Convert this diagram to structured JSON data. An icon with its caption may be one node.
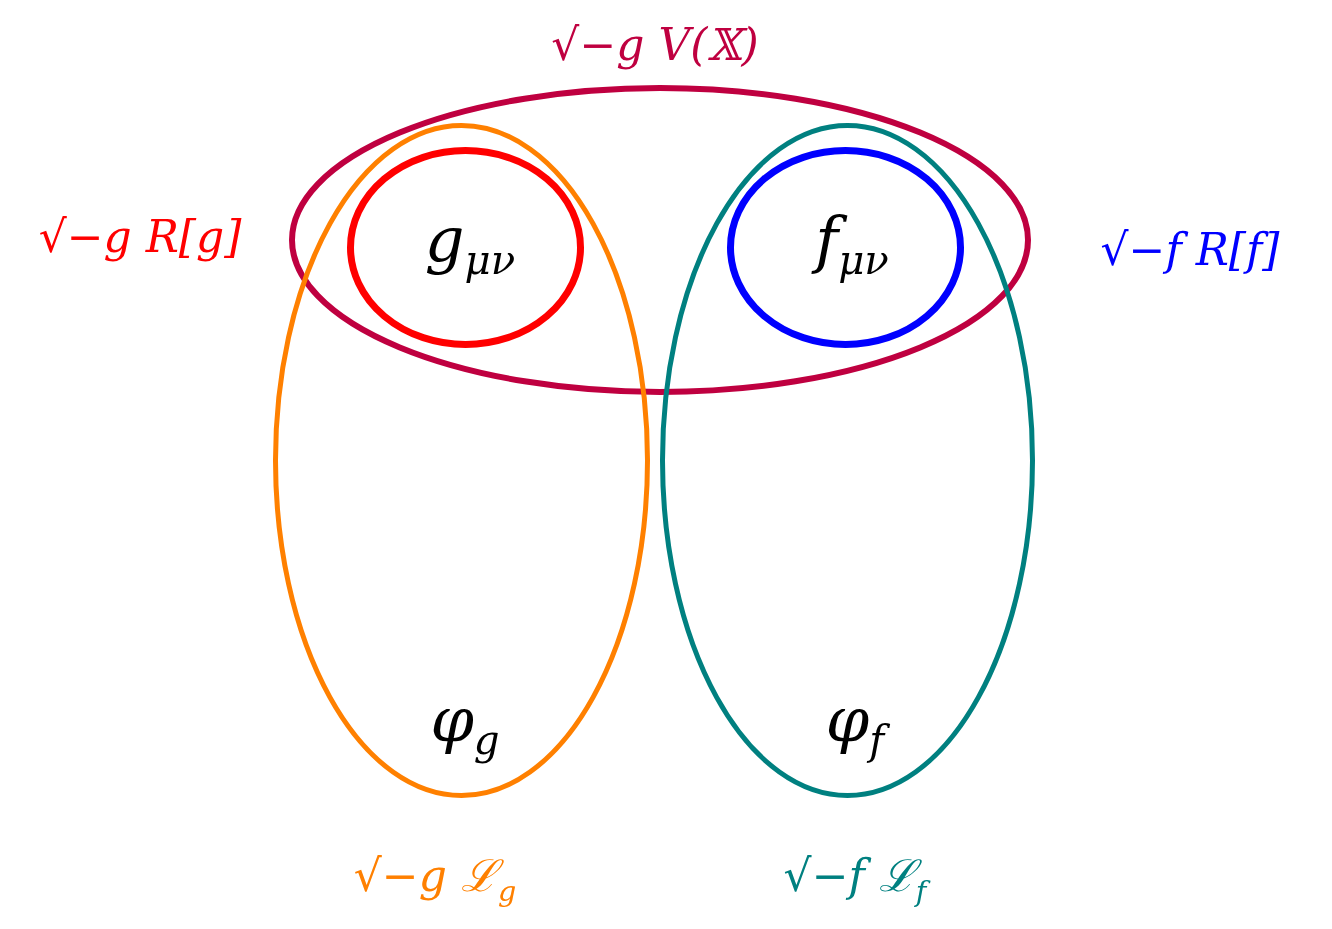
{
  "diagram": {
    "nodes": [
      {
        "text": [
          "√−g V(𝕏)"
        ]
      },
      {
        "text": [
          "φ$_{g}$",
          "√−g ℒ$_{g}$"
        ]
      },
      {
        "text": [
          "g$_{μν}$"
        ]
      },
      {
        "text": [
          "φ$_{f}$",
          "√−f ℒ$_{f}$"
        ]
      },
      {
        "text": [
          "f$_{μν}$"
        ]
      }
    ],
    "labels": [
      "√−g R[g]",
      "√−f R[f]"
    ]
  }
}
